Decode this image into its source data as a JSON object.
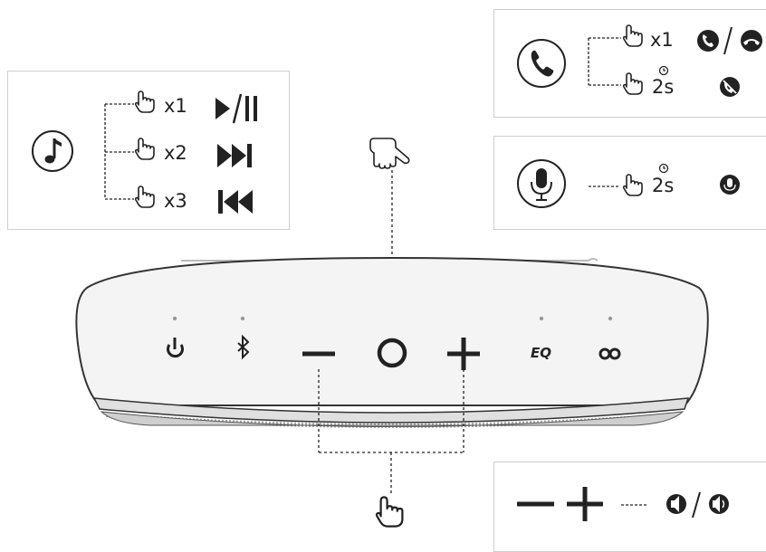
{
  "music": {
    "icon": "music-note-icon",
    "rows": [
      {
        "count": "x1",
        "action_icon": "play-pause-icon"
      },
      {
        "count": "x2",
        "action_icon": "next-track-icon"
      },
      {
        "count": "x3",
        "action_icon": "previous-track-icon"
      }
    ]
  },
  "call": {
    "icon": "phone-icon",
    "rows": [
      {
        "count": "x1",
        "action_icon": "answer-end-call-icon"
      },
      {
        "count": "2s",
        "action_icon": "reject-call-icon",
        "timer_icon": "clock-icon"
      }
    ]
  },
  "mic": {
    "icon": "microphone-icon",
    "row": {
      "count": "2s",
      "action_icon": "mute-microphone-icon",
      "timer_icon": "clock-icon"
    }
  },
  "device_buttons": {
    "icons": [
      "power-icon",
      "bluetooth-icon",
      "volume-down-icon",
      "multifunction-button-icon",
      "volume-up-icon",
      "eq-icon",
      "link-icon"
    ],
    "eq_label": "EQ"
  },
  "volume": {
    "icons": [
      "volume-down-icon",
      "volume-up-icon",
      "volume-level-icons"
    ]
  },
  "colors": {
    "line": "#222222",
    "panel_border": "#cfcfcf",
    "speaker_fill": "#f4f4f4"
  }
}
